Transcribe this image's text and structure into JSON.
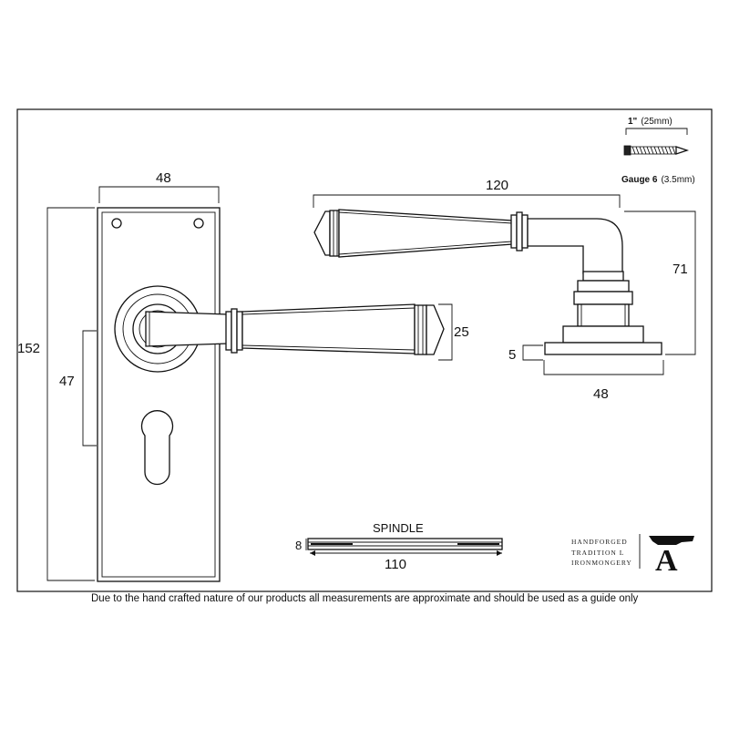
{
  "dimensions": {
    "plate_width": "48",
    "plate_height": "152",
    "centre_distance": "47",
    "lever_length": "120",
    "lever_diameter": "25",
    "projection": "71",
    "rose_thickness": "5",
    "rose_width": "48",
    "spindle_size": "8",
    "spindle_length": "110"
  },
  "screw": {
    "length_label": "1\"",
    "length_metric": "(25mm)",
    "gauge_label": "Gauge 6",
    "gauge_metric": "(3.5mm)"
  },
  "spindle_title": "SPINDLE",
  "brand": {
    "line1": "HANDFORGED",
    "line2": "TRADITION L",
    "line3": "IRONMONGERY",
    "logo_letter": "A"
  },
  "footer_note": "Due to the hand crafted nature of our products all measurements are approximate and should be used as a guide only"
}
